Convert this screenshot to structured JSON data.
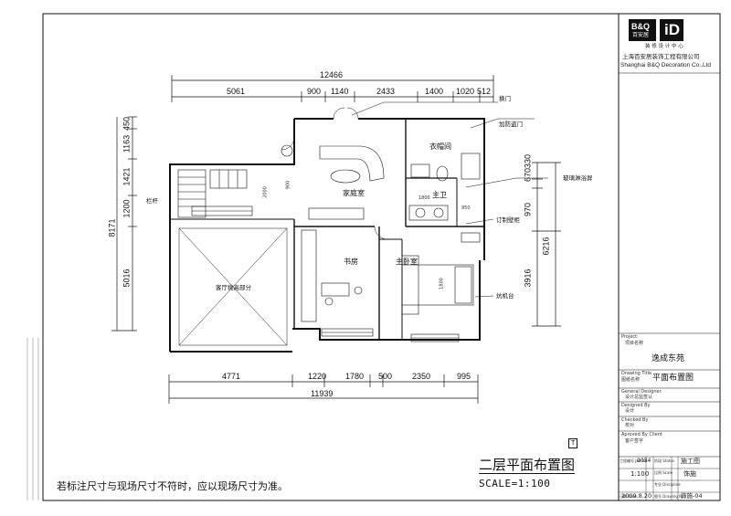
{
  "company": {
    "logo_text": "B&Q",
    "logo_sub": "百安居",
    "logo_id": "iD",
    "slogan": "装 修 设 计 中 心",
    "name_cn": "上海百安居装饰工程有限公司",
    "name_en": "Shanghai B&Q Decoration Co.,Ltd"
  },
  "title_block": {
    "project_label": "Project:",
    "project_sub": "项目名称",
    "project_name": "逸成东苑",
    "drawing_title_label": "Drawing Title",
    "drawing_title_sub": "图纸名称",
    "drawing_title": "平面布置图",
    "general_designer_label": "General Designer",
    "general_designer_sub": "设计总监签认",
    "designed_by_label": "Designed By",
    "designed_by_sub": "设计",
    "checked_by_label": "Checked By",
    "checked_by_sub": "校对",
    "approved_label": "Aproved By Client",
    "approved_sub": "客户签字",
    "job_no_label": "工程编号 Job No.",
    "job_no": "0034",
    "status_label": "阶段 Status",
    "status": "施工图",
    "scale_label": "比例 Scale",
    "scale": "1:100",
    "discipline_label": "专业 Discipline",
    "discipline": "饰施",
    "date_label": "日期 Date",
    "date": "2009.8.20",
    "drawing_no_label": "图号 Drawing No.",
    "drawing_no": "饰施-04"
  },
  "plan": {
    "title": "二层平面布置图",
    "scale": "SCALE=1:100",
    "footnote": "若标注尺寸与现场尺寸不符时，应以现场尺寸为准。",
    "top_total": "12466",
    "top_dims": [
      "5061",
      "900",
      "1140",
      "2433",
      "1400",
      "1020",
      "512"
    ],
    "bottom_total": "11939",
    "bottom_dims": [
      "4771",
      "1220",
      "1780",
      "500",
      "2350",
      "995"
    ],
    "left_total": "8171",
    "left_dims": [
      "5016",
      "1200",
      "1421",
      "1163",
      "450"
    ],
    "right_dims": [
      "670",
      "330",
      "970",
      "3916",
      "6216"
    ],
    "rooms": {
      "family_room": "家庭室",
      "cloakroom": "衣帽间",
      "master_bath": "主卫",
      "study": "书房",
      "master_bedroom": "主卧室",
      "living_double": "客厅挑高部分",
      "railing": "栏杆"
    },
    "annotations": {
      "door_change": "换门",
      "add_window": "加防盗门",
      "glass_partition": "玻璃淋浴屏",
      "custom_cabinet": "订制壁柜",
      "bay_window": "炕机台"
    },
    "inner_dims": [
      "1800",
      "950",
      "2000",
      "900",
      "1800"
    ],
    "marker": "T"
  }
}
